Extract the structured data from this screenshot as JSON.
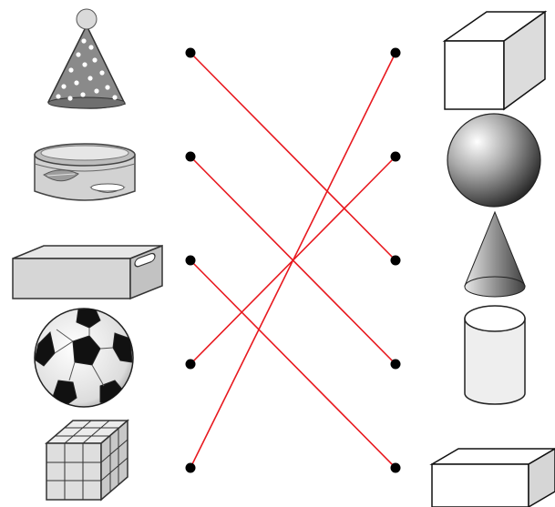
{
  "left_items": [
    {
      "id": "L1",
      "icon": "party-hat-icon"
    },
    {
      "id": "L2",
      "icon": "round-tin-icon"
    },
    {
      "id": "L3",
      "icon": "rectangular-box-icon"
    },
    {
      "id": "L4",
      "icon": "soccer-ball-icon"
    },
    {
      "id": "L5",
      "icon": "rubiks-cube-icon"
    }
  ],
  "right_items": [
    {
      "id": "R1",
      "icon": "cube-icon"
    },
    {
      "id": "R2",
      "icon": "sphere-icon"
    },
    {
      "id": "R3",
      "icon": "cone-icon"
    },
    {
      "id": "R4",
      "icon": "cylinder-icon"
    },
    {
      "id": "R5",
      "icon": "cuboid-icon"
    }
  ],
  "connections": [
    {
      "from": "L1",
      "to": "R3"
    },
    {
      "from": "L2",
      "to": "R4"
    },
    {
      "from": "L3",
      "to": "R5"
    },
    {
      "from": "L4",
      "to": "R2"
    },
    {
      "from": "L5",
      "to": "R1"
    }
  ],
  "colors": {
    "line": "#e8191f",
    "dot": "#000000"
  }
}
